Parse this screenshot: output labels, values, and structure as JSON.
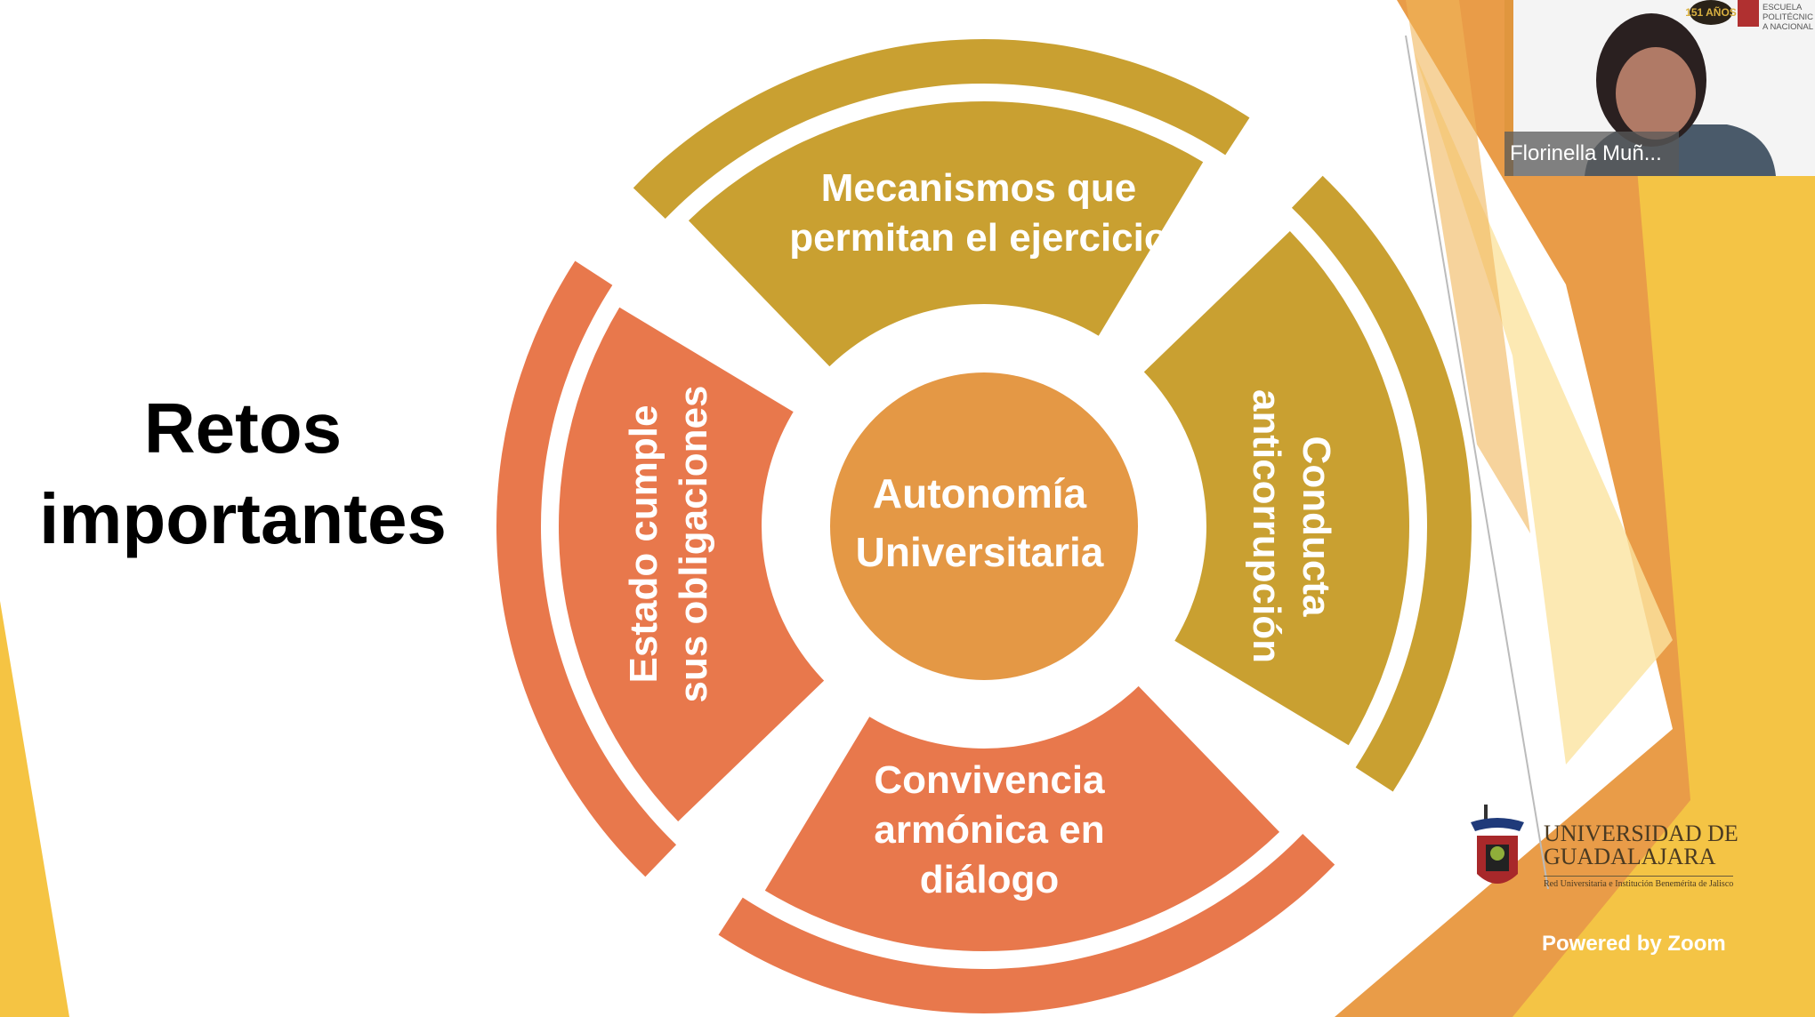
{
  "slide": {
    "title_line1": "Retos",
    "title_line2": "importantes",
    "center": {
      "line1": "Autonomía",
      "line2": "Universitaria"
    },
    "segments": {
      "top": {
        "line1": "Mecanismos que",
        "line2": "permitan el ejercicio"
      },
      "right": {
        "line1": "Conducta",
        "line2": "anticorrupción"
      },
      "bottom": {
        "line1": "Convivencia",
        "line2": "armónica en",
        "line3": "diálogo"
      },
      "left": {
        "line1": "Estado cumple",
        "line2": "sus obligaciones"
      }
    },
    "logo": {
      "line1": "UNIVERSIDAD DE",
      "line2": "GUADALAJARA",
      "subtitle": "Red Universitaria e Institución Benemérita de Jalisco"
    }
  },
  "video": {
    "participant_name": "Florinella Muñ...",
    "logo_text": "151 AÑOS",
    "logo2_text": "ESCUELA POLITÉCNICA NACIONAL"
  },
  "watermark": "Powered by Zoom",
  "colors": {
    "gold": "#C9A031",
    "orange": "#E8784C",
    "center": "#E49845"
  }
}
